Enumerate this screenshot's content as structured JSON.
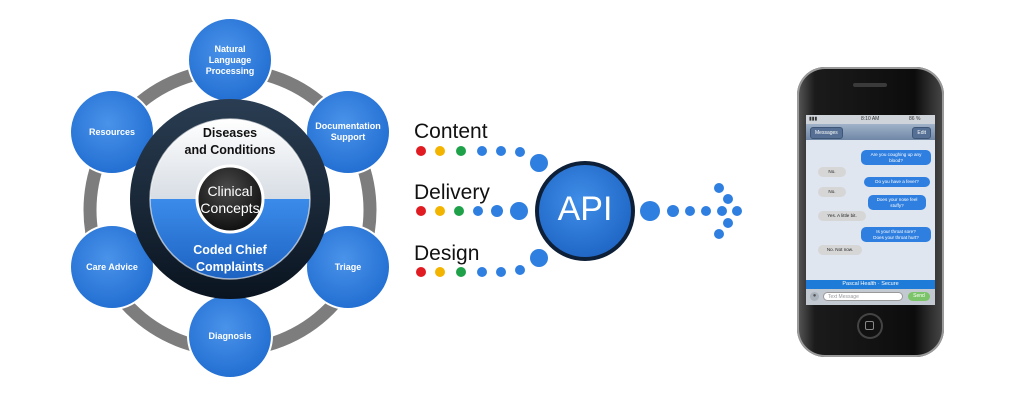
{
  "hub": {
    "outer_nodes": [
      {
        "key": "nlp",
        "label": "Natural\nLanguage\nProcessing"
      },
      {
        "key": "documentation",
        "label": "Documentation\nSupport"
      },
      {
        "key": "triage",
        "label": "Triage"
      },
      {
        "key": "diagnosis",
        "label": "Diagnosis"
      },
      {
        "key": "care-advice",
        "label": "Care Advice"
      },
      {
        "key": "resources",
        "label": "Resources"
      }
    ],
    "ring_top_label": "Diseases\nand Conditions",
    "center_label": "Clinical\nConcepts",
    "ring_bottom_label": "Coded Chief\nComplaints"
  },
  "streams": [
    {
      "key": "content",
      "label": "Content"
    },
    {
      "key": "delivery",
      "label": "Delivery"
    },
    {
      "key": "design",
      "label": "Design"
    }
  ],
  "api": {
    "label": "API"
  },
  "colors": {
    "node_blue": "#2f7fe0",
    "ring_dark": "#0e1a2a",
    "google_red": "#e11b22",
    "google_yellow": "#f3b400",
    "google_green": "#1fa14a",
    "chat_out": "#2f7fe0",
    "chat_in": "#d6d6d6"
  },
  "phone": {
    "status_time": "8:10 AM",
    "status_battery": "86 %",
    "nav_back": "Messages",
    "nav_edit": "Edit",
    "messages": [
      {
        "from": "out",
        "text": "Are you coughing up any\nblood?"
      },
      {
        "from": "in",
        "text": "No."
      },
      {
        "from": "out",
        "text": "Do you have a fever?"
      },
      {
        "from": "in",
        "text": "No."
      },
      {
        "from": "out",
        "text": "Does your nose feel\nstuffy?"
      },
      {
        "from": "in",
        "text": "Yes. A little bit."
      },
      {
        "from": "out",
        "text": "Is your throat sore?\nDoes your throat hurt?"
      },
      {
        "from": "in",
        "text": "No. Not now."
      }
    ],
    "secure_banner": "Pascal Health · Secure",
    "input_placeholder": "Text Message",
    "send_label": "Send"
  }
}
